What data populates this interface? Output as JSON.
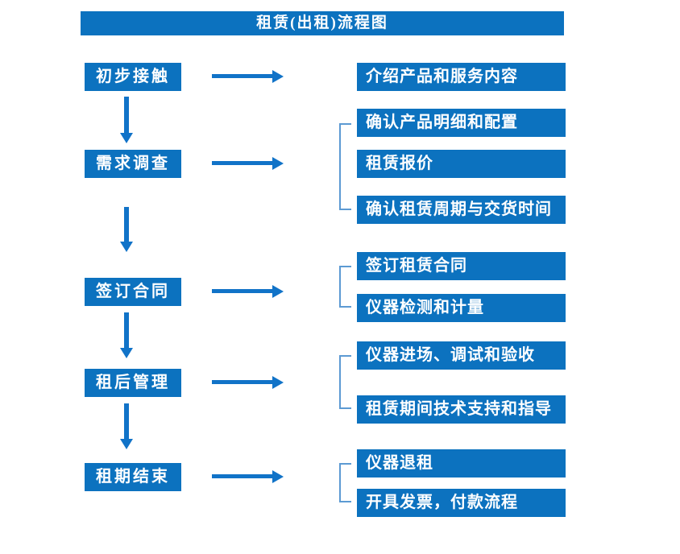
{
  "title": "租赁(出租)流程图",
  "colors": {
    "box_blue": "#0C72BF",
    "arrow_blue": "#1173C8",
    "bracket_blue": "#5C9AD3",
    "text_white": "#FFFFFF",
    "page_bg": "#FFFFFF"
  },
  "flow": {
    "stages": [
      {
        "label": "初步接触",
        "outputs": [
          "介绍产品和服务内容"
        ]
      },
      {
        "label": "需求调查",
        "outputs": [
          "确认产品明细和配置",
          "租赁报价",
          "确认租赁周期与交货时间"
        ]
      },
      {
        "label": "签订合同",
        "outputs": [
          "签订租赁合同",
          "仪器检测和计量"
        ]
      },
      {
        "label": "租后管理",
        "outputs": [
          "仪器进场、调试和验收",
          "租赁期间技术支持和指导"
        ]
      },
      {
        "label": "租期结束",
        "outputs": [
          "仪器退租",
          "开具发票，付款流程"
        ]
      }
    ]
  }
}
